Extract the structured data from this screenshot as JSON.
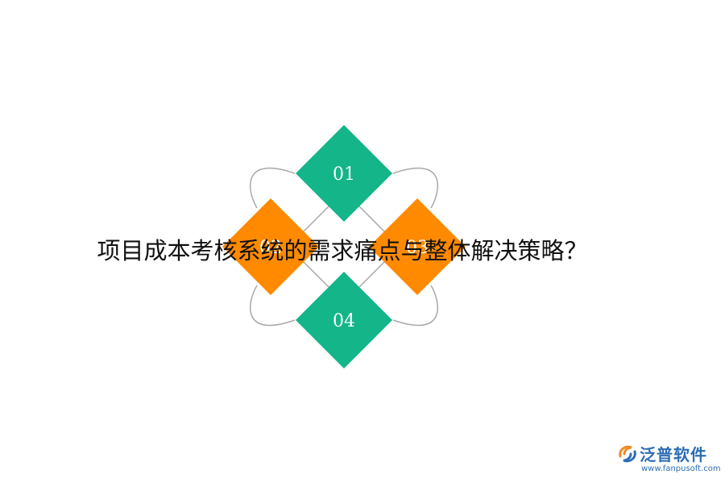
{
  "title": "项目成本考核系统的需求痛点与整体解决策略？",
  "diagram": {
    "items": [
      {
        "label": "01",
        "color": "#13b589"
      },
      {
        "label": "02",
        "color": "#ff8a00"
      },
      {
        "label": "03",
        "color": "#ff8a00"
      },
      {
        "label": "04",
        "color": "#13b589"
      }
    ],
    "connector_color": "#a8a8a8"
  },
  "logo": {
    "name": "泛普软件",
    "url": "www.fanpusoft.com",
    "brand_color": "#2d6db5",
    "accent_color": "#f08a24"
  }
}
